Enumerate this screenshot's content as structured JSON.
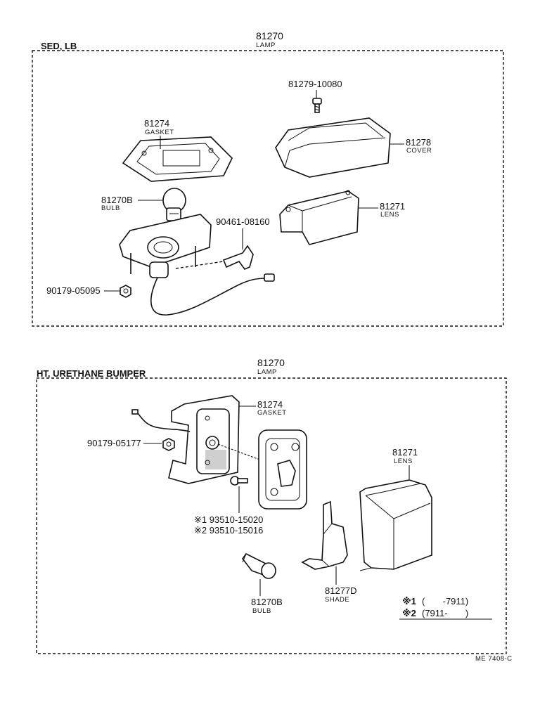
{
  "top": {
    "section_label": "SED, LB",
    "assembly": {
      "number": "81270",
      "name": "LAMP"
    },
    "parts": [
      {
        "number": "81279-10080",
        "name": ""
      },
      {
        "number": "81274",
        "name": "GASKET"
      },
      {
        "number": "81278",
        "name": "COVER"
      },
      {
        "number": "81270B",
        "name": "BULB"
      },
      {
        "number": "81271",
        "name": "LENS"
      },
      {
        "number": "90461-08160",
        "name": ""
      },
      {
        "number": "90179-05095",
        "name": ""
      }
    ]
  },
  "bottom": {
    "section_label": "HT, URETHANE BUMPER",
    "assembly": {
      "number": "81270",
      "name": "LAMP"
    },
    "parts": [
      {
        "number": "81274",
        "name": "GASKET"
      },
      {
        "number": "90179-05177",
        "name": ""
      },
      {
        "number": "81271",
        "name": "LENS"
      },
      {
        "number": "※1 93510-15020",
        "name": ""
      },
      {
        "number": "※2 93510-15016",
        "name": ""
      },
      {
        "number": "81270B",
        "name": "BULB"
      },
      {
        "number": "81277D",
        "name": "SHADE"
      }
    ],
    "notes": [
      {
        "mark": "※1",
        "range": "(       -7911)"
      },
      {
        "mark": "※2",
        "range": "(7911-       )"
      }
    ]
  },
  "figure_code": "ME 7408-C"
}
